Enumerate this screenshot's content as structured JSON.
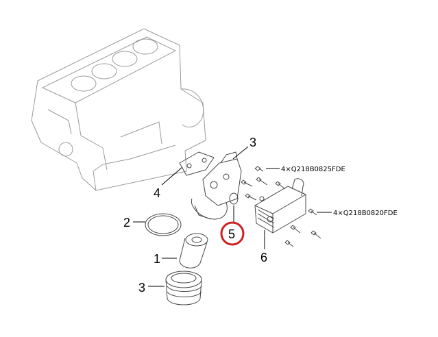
{
  "callouts": {
    "c1": "1",
    "c2": "2",
    "c3a": "3",
    "c3b": "3",
    "c4": "4",
    "c5": "5",
    "c6": "6"
  },
  "part_numbers": {
    "upper": "4×Q218B0825FDE",
    "lower": "4×Q218B0820FDE"
  },
  "colors": {
    "highlight": "#cc1f1f",
    "line": "#444444",
    "ghost": "#9a9a9a"
  }
}
